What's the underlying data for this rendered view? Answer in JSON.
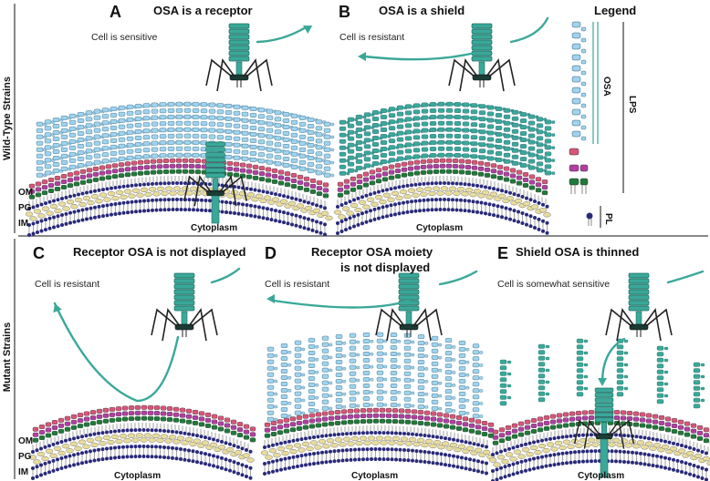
{
  "side_labels": {
    "top": "Wild-Type Strains",
    "bottom": "Mutant Strains"
  },
  "panels": {
    "A": {
      "letter": "A",
      "title": "OSA is a receptor",
      "note": "Cell is sensitive"
    },
    "B": {
      "letter": "B",
      "title": "OSA is a shield",
      "note": "Cell is resistant"
    },
    "C": {
      "letter": "C",
      "title": "Receptor OSA is not displayed",
      "note": "Cell is resistant"
    },
    "D": {
      "letter": "D",
      "title_line1": "Receptor OSA moiety",
      "title_line2": "is not displayed",
      "note": "Cell is resistant"
    },
    "E": {
      "letter": "E",
      "title": "Shield OSA is thinned",
      "note": "Cell is somewhat sensitive"
    }
  },
  "layers": {
    "om": "OM",
    "pg": "PG",
    "im": "IM",
    "cytoplasm": "Cytoplasm"
  },
  "legend": {
    "title": "Legend",
    "osa": "OSA",
    "lps": "LPS",
    "pl": "PL"
  },
  "colors": {
    "phage": "#3aa899",
    "phage_dark": "#1e6e63",
    "blue_osa": "#9fd3ef",
    "teal_osa": "#3aa899",
    "core_pink": "#d9557a",
    "core_purple": "#b23fa3",
    "lipidA_green": "#1f7a3a",
    "pg_yellow": "#e9dc9a",
    "pl_navy": "#2a2a7a"
  }
}
